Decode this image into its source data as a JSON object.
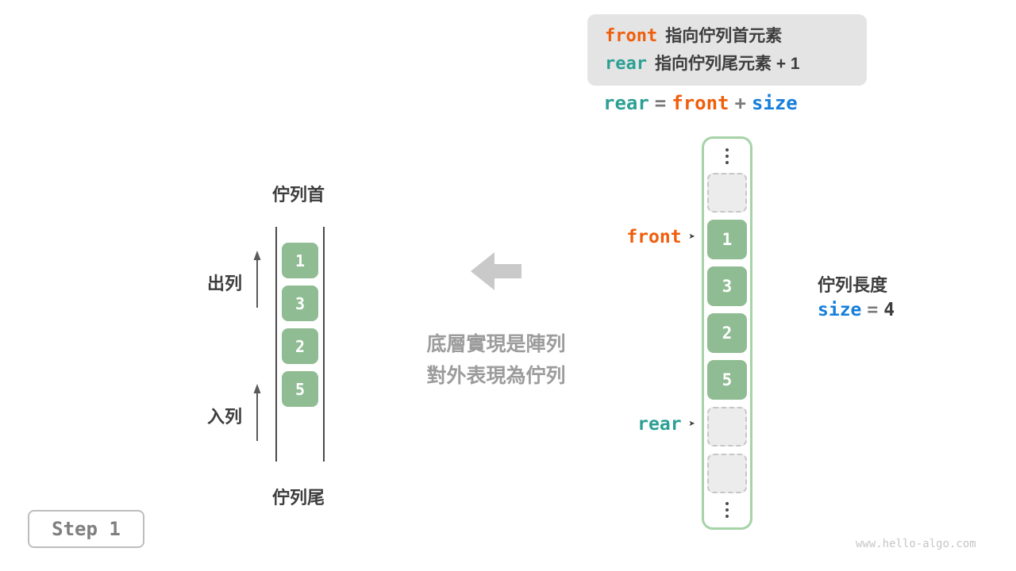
{
  "colors": {
    "orange": "#F05E0C",
    "teal": "#2BA094",
    "blue": "#157EDB",
    "green": "#8FBC92",
    "green_border": "#A6D3A8"
  },
  "legend": {
    "line1_keyword": "front",
    "line1_text": "指向佇列首元素",
    "line2_keyword": "rear",
    "line2_text": "指向佇列尾元素 + 1"
  },
  "formula": {
    "rear": "rear",
    "eq": "=",
    "front": "front",
    "plus": "+",
    "size": "size"
  },
  "pointers": {
    "front": "front",
    "rear": "rear",
    "arrow": "➤"
  },
  "array": {
    "cells": [
      {
        "type": "ellipsis"
      },
      {
        "type": "empty"
      },
      {
        "type": "value",
        "value": "1",
        "pointer": "front"
      },
      {
        "type": "value",
        "value": "3"
      },
      {
        "type": "value",
        "value": "2"
      },
      {
        "type": "value",
        "value": "5"
      },
      {
        "type": "empty",
        "pointer": "rear"
      },
      {
        "type": "empty"
      },
      {
        "type": "ellipsis"
      }
    ]
  },
  "size_info": {
    "label": "佇列長度",
    "keyword": "size",
    "eq": "=",
    "value": "4"
  },
  "queue": {
    "head_label": "佇列首",
    "tail_label": "佇列尾",
    "dequeue_label": "出列",
    "enqueue_label": "入列",
    "values": [
      "1",
      "3",
      "2",
      "5"
    ]
  },
  "middle": {
    "line1": "底層實現是陣列",
    "line2": "對外表現為佇列"
  },
  "step_label": "Step 1",
  "watermark": "www.hello-algo.com"
}
